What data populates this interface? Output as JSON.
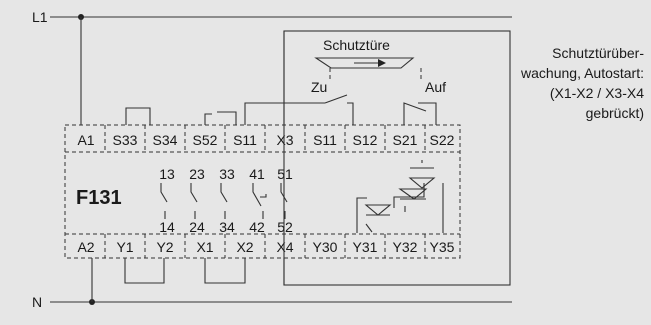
{
  "rails": {
    "top": "L1",
    "bottom": "N"
  },
  "device": {
    "name": "F131"
  },
  "top_terminals": [
    "A1",
    "S33",
    "S34",
    "S52",
    "S11",
    "X3",
    "S11",
    "S12",
    "S21",
    "S22"
  ],
  "bottom_terminals": [
    "A2",
    "Y1",
    "Y2",
    "X1",
    "X2",
    "X4",
    "Y30",
    "Y31",
    "Y32",
    "Y35"
  ],
  "contacts_top": [
    "13",
    "23",
    "33",
    "41",
    "51"
  ],
  "contacts_bottom": [
    "14",
    "24",
    "34",
    "42",
    "52"
  ],
  "door": {
    "label": "Schutztüre",
    "closed": "Zu",
    "open": "Auf"
  },
  "note": [
    "Schutztürüber-",
    "wachung, Autostart:",
    "(X1-X2 / X3-X4",
    "gebrückt)"
  ]
}
